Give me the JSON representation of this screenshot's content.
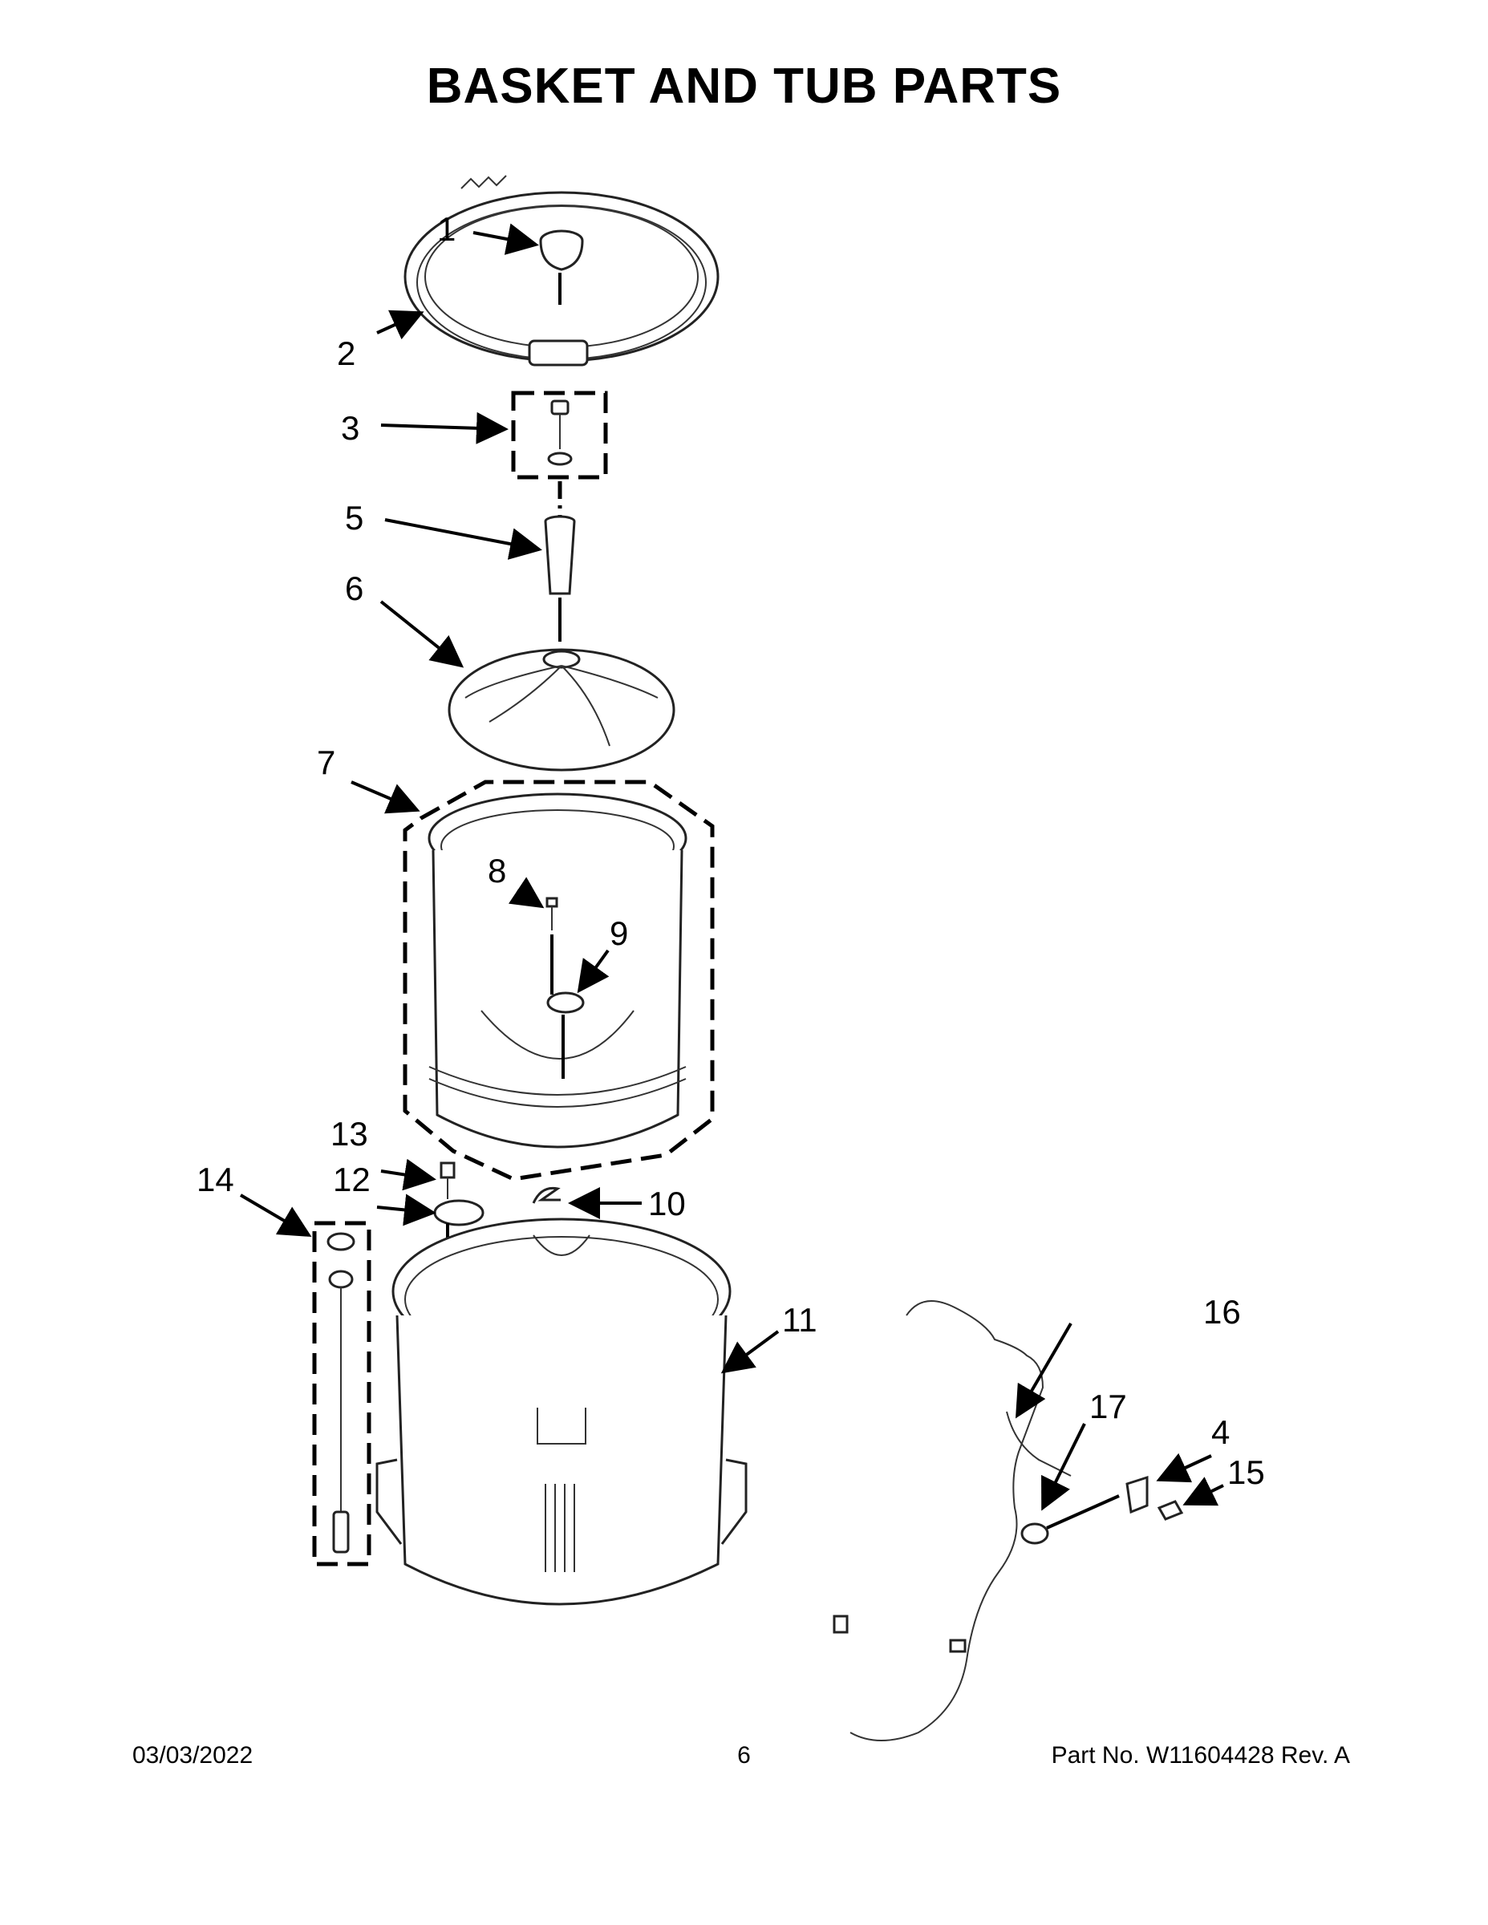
{
  "title": "BASKET AND TUB PARTS",
  "callouts": {
    "c1": "1",
    "c2": "2",
    "c3": "3",
    "c4": "4",
    "c5": "5",
    "c6": "6",
    "c7": "7",
    "c8": "8",
    "c9": "9",
    "c10": "10",
    "c11": "11",
    "c12": "12",
    "c13": "13",
    "c14": "14",
    "c15": "15",
    "c16": "16",
    "c17": "17"
  },
  "footer": {
    "date": "03/03/2022",
    "page": "6",
    "part": "Part No.  W11604428  Rev.  A"
  }
}
